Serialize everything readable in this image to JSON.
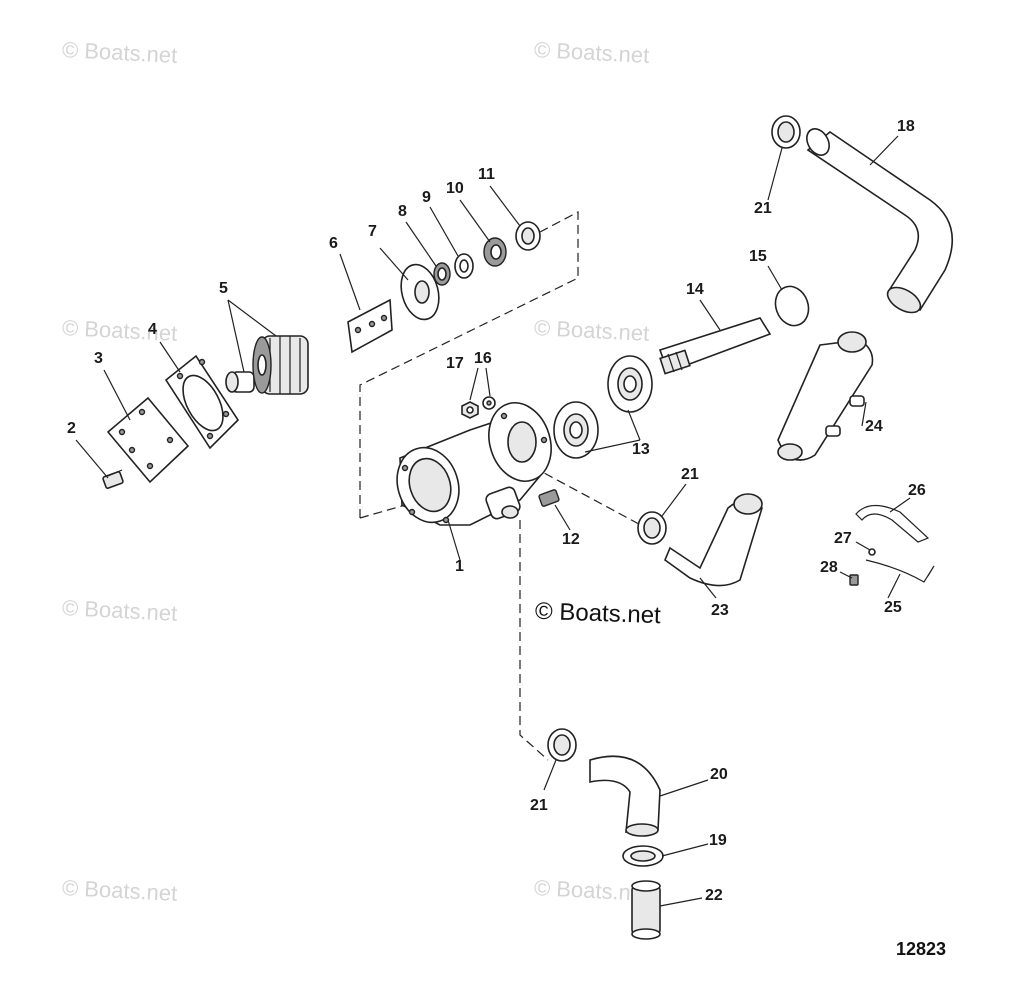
{
  "watermark": "© Boats.net",
  "center_watermark": "© Boats.net",
  "figure_number": "12823",
  "callouts": {
    "c1": "1",
    "c2": "2",
    "c3": "3",
    "c4": "4",
    "c5": "5",
    "c6": "6",
    "c7": "7",
    "c8": "8",
    "c9": "9",
    "c10": "10",
    "c11": "11",
    "c12": "12",
    "c13": "13",
    "c14": "14",
    "c15": "15",
    "c16": "16",
    "c17": "17",
    "c18": "18",
    "c19": "19",
    "c20": "20",
    "c21": "21",
    "c22": "22",
    "c23": "23",
    "c24": "24",
    "c25": "25",
    "c26": "26",
    "c27": "27",
    "c28": "28"
  }
}
